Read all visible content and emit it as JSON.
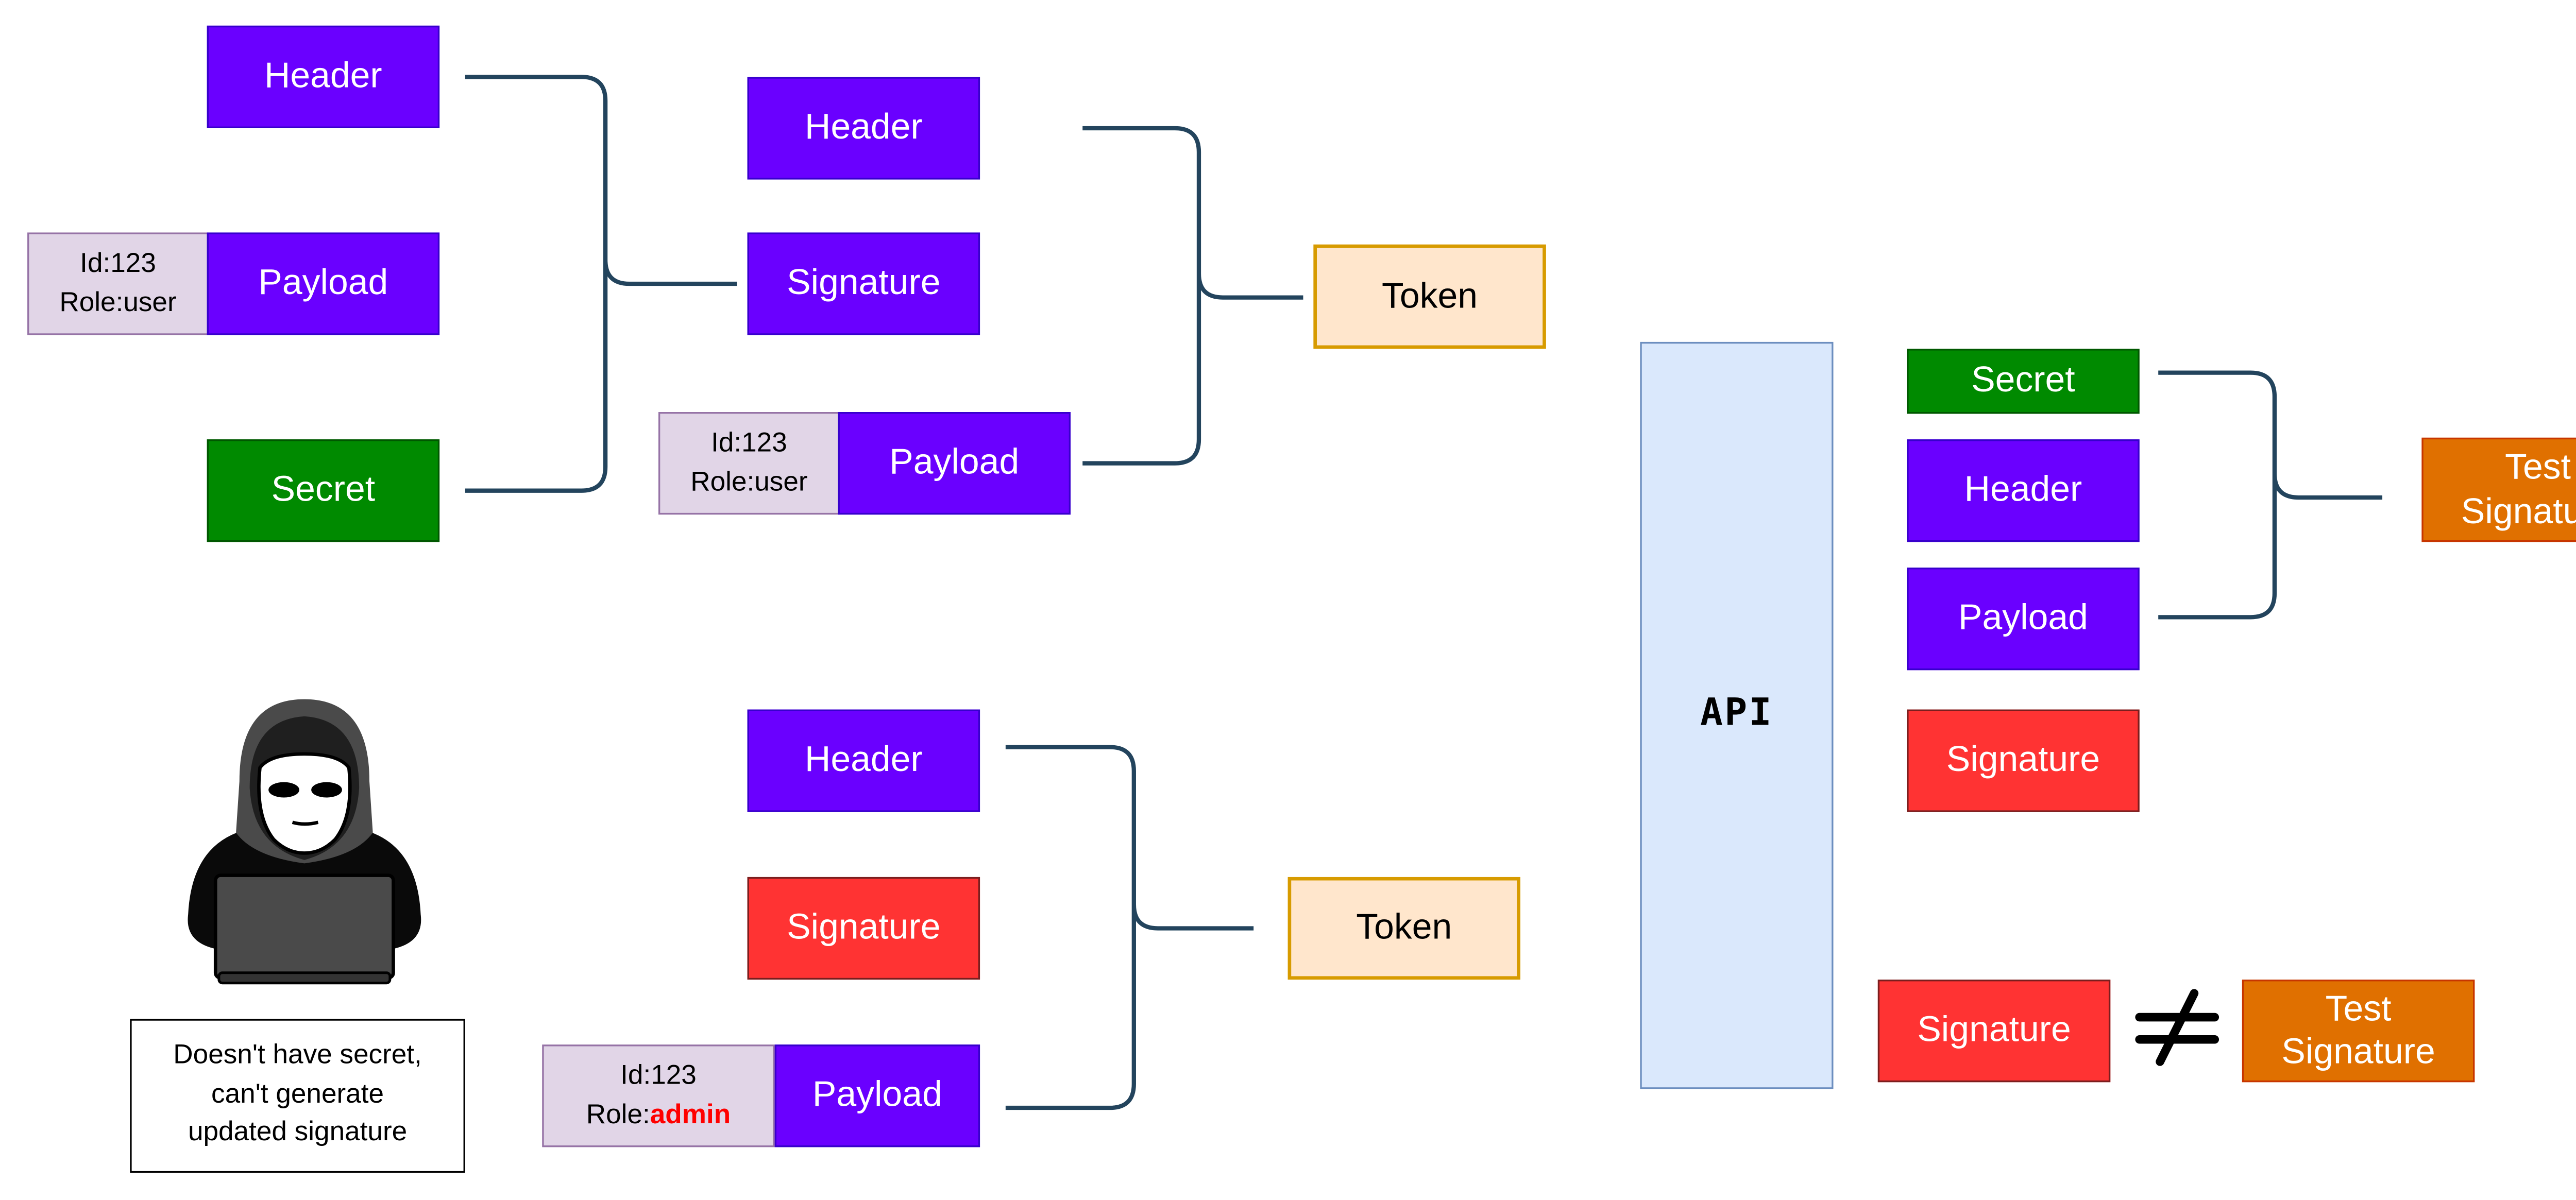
{
  "colors": {
    "header": "#6a00ff",
    "secret": "#008a00",
    "signature_invalid": "#ff3333",
    "test_signature": "#e07000",
    "token": "#ffe6cc",
    "claims": "#e1d5e7",
    "api": "#dae8fc",
    "connector": "#23445d"
  },
  "signing": {
    "header": "Header",
    "payload": "Payload",
    "claims": {
      "id": "Id:123",
      "role": "Role:user"
    },
    "secret": "Secret"
  },
  "token_valid": {
    "header": "Header",
    "signature": "Signature",
    "payload": "Payload",
    "claims": {
      "id": "Id:123",
      "role": "Role:user"
    },
    "token": "Token"
  },
  "attacker": {
    "icon": "hacker-icon",
    "note": "Doesn't have secret,\ncan't generate\nupdated signature"
  },
  "token_tampered": {
    "header": "Header",
    "signature": "Signature",
    "payload": "Payload",
    "claims": {
      "id": "Id:123",
      "role_prefix": "Role:",
      "role_value": "admin"
    },
    "token": "Token"
  },
  "api": {
    "label": "API",
    "secret": "Secret",
    "header": "Header",
    "payload": "Payload",
    "signature": "Signature",
    "test_signature": "Test\nSignature"
  },
  "comparison": {
    "signature": "Signature",
    "operator": "not-equal-icon",
    "test_signature": "Test\nSignature"
  }
}
